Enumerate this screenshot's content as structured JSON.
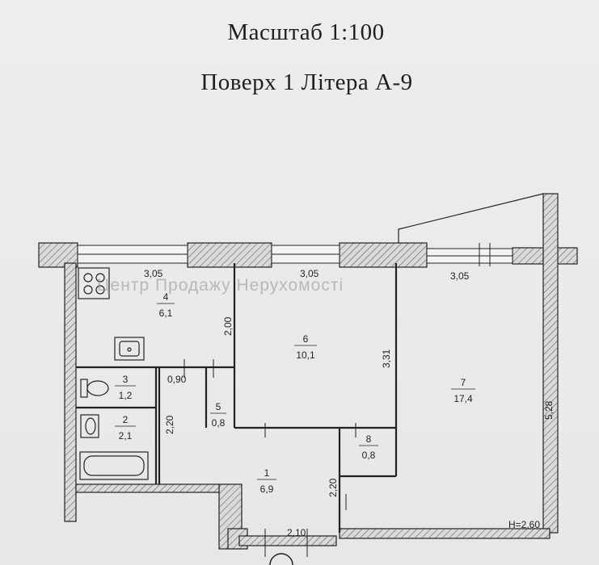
{
  "header": {
    "scale": "Масштаб 1:100",
    "floor": "Поверх 1  Літера А-9"
  },
  "watermark": "Центр Продажу Нерухомості",
  "rooms": [
    {
      "number": "1",
      "area": "6,9"
    },
    {
      "number": "2",
      "area": "2,1"
    },
    {
      "number": "3",
      "area": "1,2"
    },
    {
      "number": "4",
      "area": "6,1"
    },
    {
      "number": "5",
      "area": "0,8"
    },
    {
      "number": "6",
      "area": "10,1"
    },
    {
      "number": "7",
      "area": "17,4"
    },
    {
      "number": "8",
      "area": "0,8"
    }
  ],
  "dimensions": {
    "w4": "3,05",
    "w6": "3,05",
    "w7": "3,05",
    "h4": "2,00",
    "h6": "3,31",
    "h7": "5,28",
    "w5": "0,90",
    "h_hall": "2,20",
    "h8": "2,20",
    "w_entry": "2,10",
    "ceiling": "H=2,60"
  },
  "colors": {
    "paper": "#e9ebea",
    "ink": "#1d1f22"
  }
}
